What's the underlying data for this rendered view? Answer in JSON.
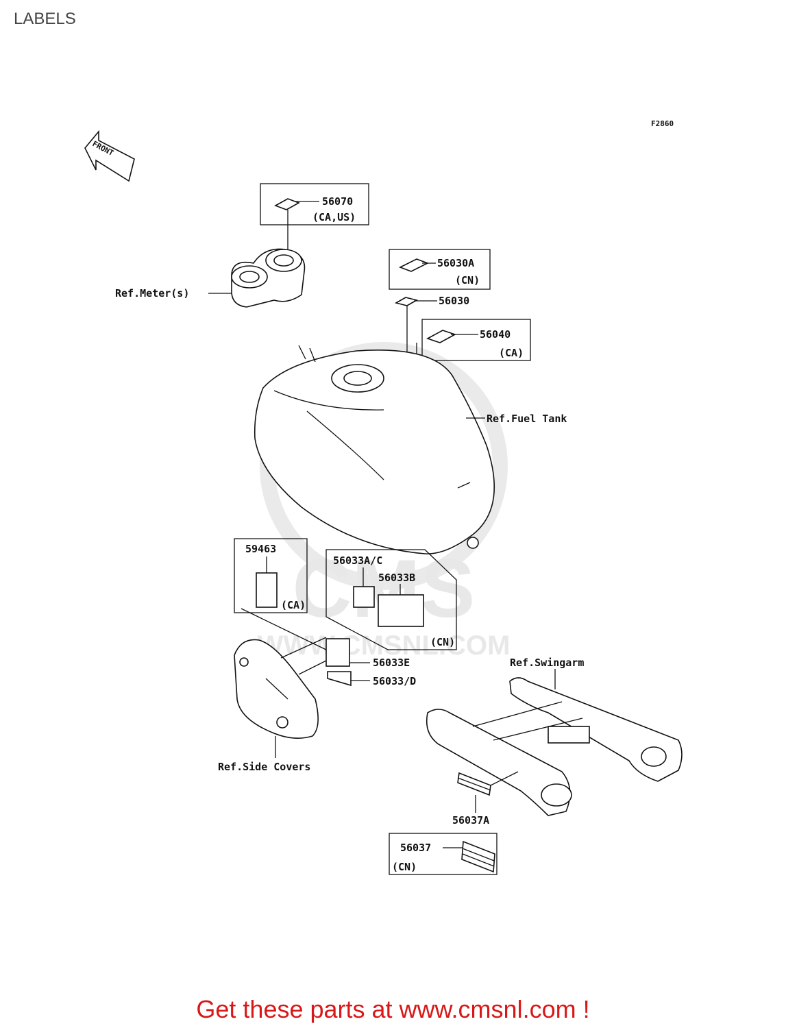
{
  "page": {
    "title": "LABELS",
    "figure_code": "F2860",
    "front_marker": "FRONT"
  },
  "watermark": {
    "brand": "CMS",
    "url": "WWW.CMSNL.COM"
  },
  "references": {
    "meter": "Ref.Meter(s)",
    "fuel_tank": "Ref.Fuel Tank",
    "side_covers": "Ref.Side Covers",
    "swingarm": "Ref.Swingarm"
  },
  "parts": [
    {
      "number": "56070",
      "note": "(CA,US)"
    },
    {
      "number": "56030A",
      "note": "(CN)"
    },
    {
      "number": "56030",
      "note": ""
    },
    {
      "number": "56040",
      "note": "(CA)"
    },
    {
      "number": "59463",
      "note": "(CA)"
    },
    {
      "number": "56033A/C",
      "note": ""
    },
    {
      "number": "56033B",
      "note": "(CN)"
    },
    {
      "number": "56033E",
      "note": ""
    },
    {
      "number": "56033/D",
      "note": ""
    },
    {
      "number": "56037A",
      "note": ""
    },
    {
      "number": "56037",
      "note": "(CN)"
    }
  ],
  "footer": {
    "text": "Get these parts at www.cmsnl.com !"
  }
}
